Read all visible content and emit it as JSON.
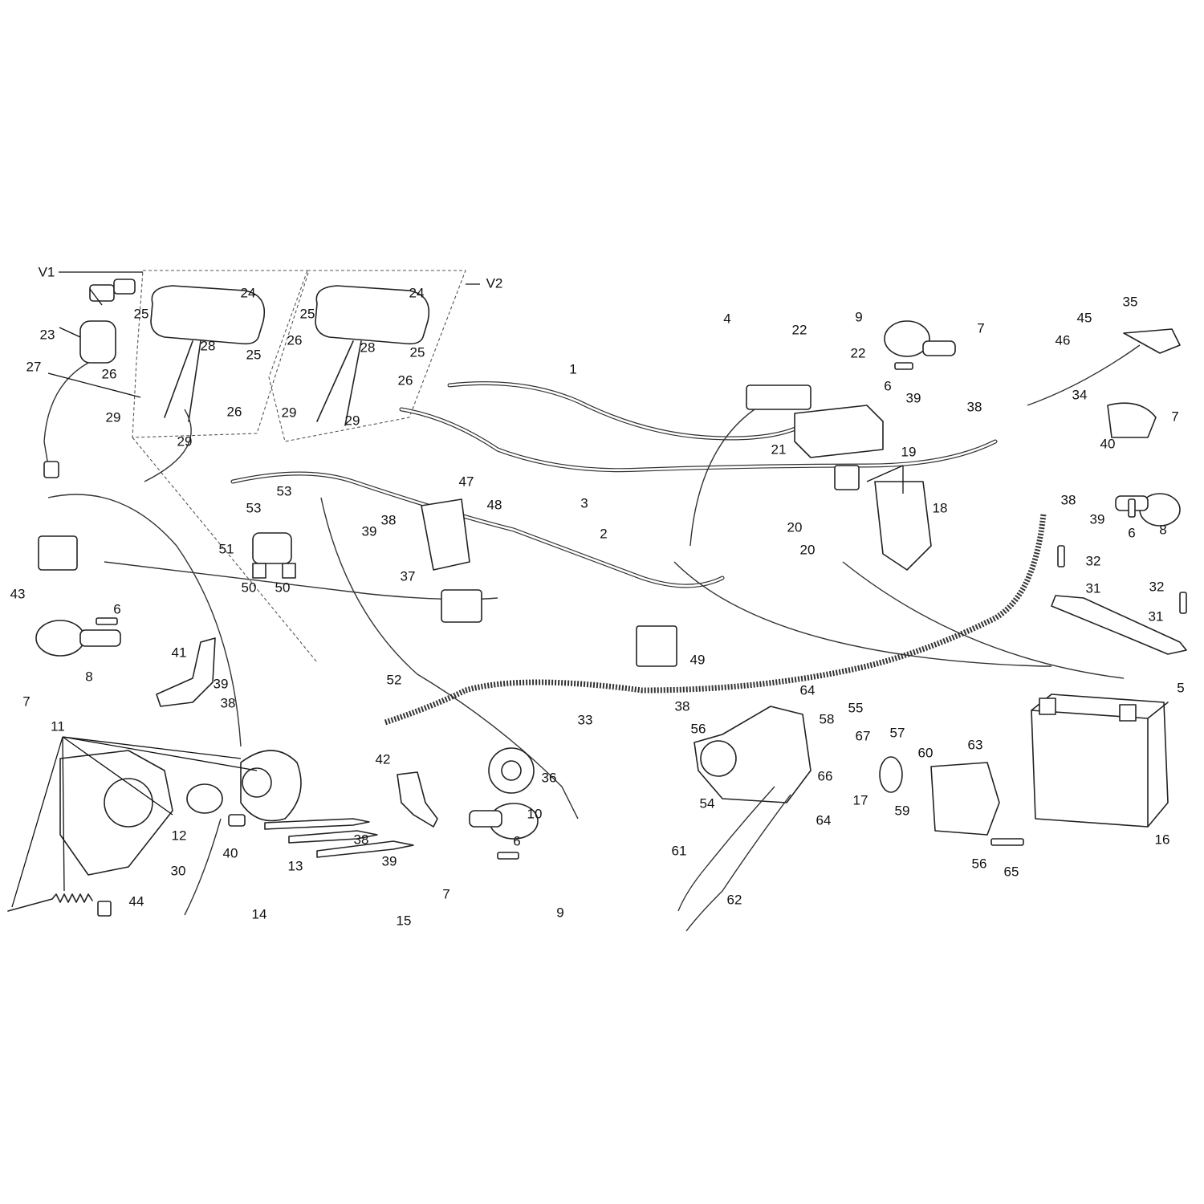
{
  "diagram": {
    "variants": [
      "V1",
      "V2"
    ],
    "labels": [
      "1",
      "2",
      "3",
      "4",
      "5",
      "6",
      "6",
      "6",
      "6",
      "7",
      "7",
      "7",
      "7",
      "8",
      "8",
      "9",
      "9",
      "10",
      "11",
      "12",
      "13",
      "14",
      "15",
      "16",
      "17",
      "18",
      "19",
      "20",
      "20",
      "21",
      "22",
      "22",
      "23",
      "24",
      "24",
      "25",
      "25",
      "25",
      "25",
      "26",
      "26",
      "26",
      "26",
      "27",
      "28",
      "28",
      "29",
      "29",
      "29",
      "29",
      "30",
      "31",
      "31",
      "32",
      "32",
      "33",
      "34",
      "35",
      "36",
      "37",
      "38",
      "38",
      "38",
      "38",
      "38",
      "38",
      "39",
      "39",
      "39",
      "39",
      "39",
      "40",
      "40",
      "41",
      "42",
      "43",
      "44",
      "45",
      "46",
      "47",
      "48",
      "49",
      "50",
      "50",
      "51",
      "52",
      "53",
      "53",
      "54",
      "55",
      "56",
      "56",
      "57",
      "58",
      "59",
      "60",
      "61",
      "62",
      "63",
      "64",
      "64",
      "65",
      "66",
      "67"
    ]
  }
}
